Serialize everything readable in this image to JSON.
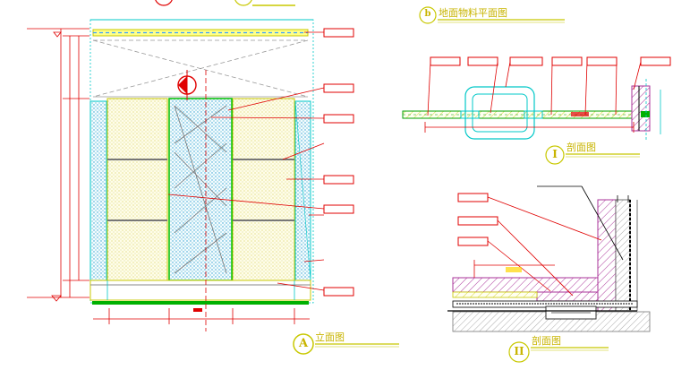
{
  "titles": {
    "elevation_mark": "A",
    "elevation": "立面图",
    "plan_mark": "b",
    "plan": "地面物料平面图",
    "section1_mark": "I",
    "section1": "剖面图",
    "section2_mark": "II",
    "section2": "剖面图"
  },
  "colors": {
    "outline": "#00c8c8",
    "frame": "#c8c800",
    "leader": "#e00000",
    "fill_dots": "#d8d870",
    "blue_dots": "#2aa0d0",
    "green": "#00b000",
    "hatch": "#aa22aa",
    "dark": "#000000"
  }
}
